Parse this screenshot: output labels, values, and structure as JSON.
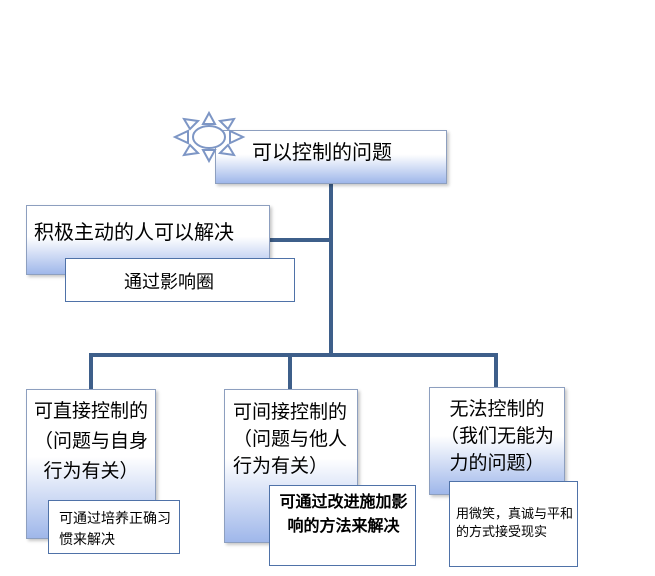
{
  "root": {
    "label": "可以控制的问题"
  },
  "proactive": {
    "label": "积极主动的人可以解决",
    "note": "通过影响圈"
  },
  "children": {
    "direct": {
      "label": "可直接控制的",
      "sub": "（问题与自身行为有关）",
      "note": "可通过培养正确习惯来解决"
    },
    "indirect": {
      "label": "可间接控制的（问题与他人行为有关）",
      "note": "可通过改进施加影响的方法来解决"
    },
    "uncontrollable": {
      "label": "无法控制的（我们无能为力的问题）",
      "note": "用微笑，真诚与平和的方式接受现实"
    }
  },
  "colors": {
    "line": "#3e5f8a",
    "gradient_bottom": "#9fb7ea",
    "note_border": "#4f72a8",
    "sun": "#7d96c5"
  },
  "icons": {
    "root_decoration": "sun-icon"
  }
}
